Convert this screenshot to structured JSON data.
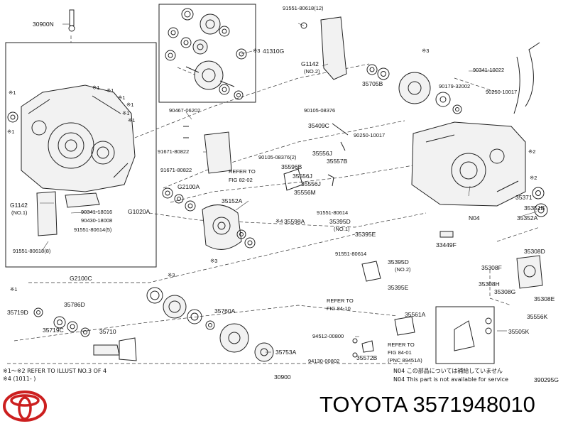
{
  "brand": {
    "name": "TOYOTA",
    "part_number": "3571948010",
    "logo_color": "#cc1f1f"
  },
  "diagram": {
    "figure_code": "390295G",
    "bottom_ref": "30900",
    "notes": [
      "※1～※2 REFER TO ILLUST NO.3 OF 4",
      "※4 (1011-      )"
    ],
    "legend": [
      "N04  この部品については補給していません",
      "N04  This part is not available for service"
    ],
    "callouts": [
      "30900N",
      "※1",
      "※1",
      "G1142",
      "(NO.1)",
      "91551-80618(8)",
      "G2100C",
      "※1",
      "※1",
      "※1",
      "※1",
      "※1",
      "※1",
      "※1",
      "90341-18016",
      "G1020A",
      "90430-18008",
      "91551-80614(5)",
      "※3",
      "41310G",
      "90467-06202",
      "91671-80822",
      "91671-80822",
      "G2100A",
      "REFER TO",
      "FIG 82-02",
      "35152A",
      "※4",
      "35598A",
      "※3",
      "91551-80618(12)",
      "G1142",
      "(NO.2)",
      "90105-08376",
      "35409C",
      "35556J",
      "35557B",
      "90105-08376(2)",
      "35596B",
      "35556J",
      "35556J",
      "35556M",
      "90250-10017",
      "※3",
      "90341-10022",
      "35705B",
      "90179-32002",
      "90250-10017",
      "※2",
      "※2",
      "35371",
      "35351B",
      "35352A",
      "N04",
      "91551-80614",
      "35395D",
      "(NO.1)",
      "35395E",
      "33449F",
      "91551-80614",
      "35395D",
      "(NO.2)",
      "35395E",
      "35308D",
      "35308F",
      "35308H",
      "35308G",
      "35308E",
      "35556K",
      "35505K",
      "35719D",
      "35786D",
      "35719C",
      "35710",
      "※3",
      "35760A",
      "35753A",
      "REFER TO",
      "FIG 84-10",
      "94512-00800",
      "94130-00802",
      "35572B",
      "35561A",
      "REFER TO",
      "FIG 84-01",
      "(PNC 89451A)"
    ]
  }
}
